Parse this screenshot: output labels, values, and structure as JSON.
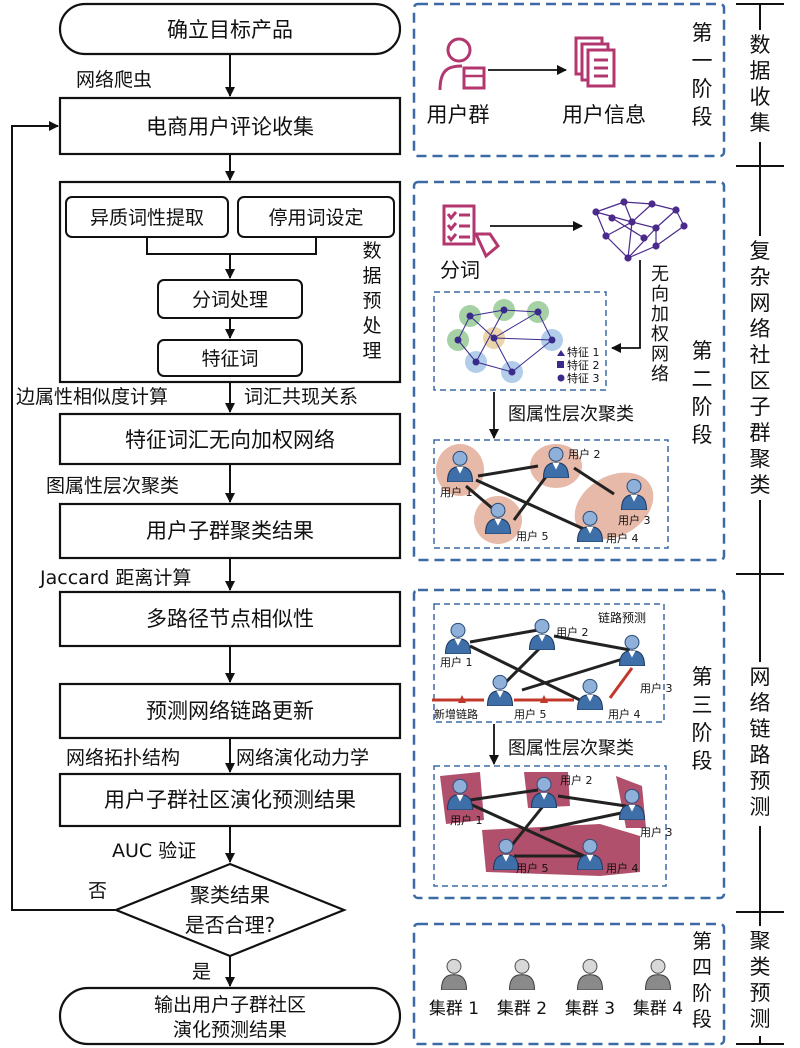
{
  "flow": {
    "n1": "确立目标产品",
    "e1": "网络爬虫",
    "n2": "电商用户评论收集",
    "pre1": "异质词性提取",
    "pre2": "停用词设定",
    "pre3": "分词处理",
    "pre4": "特征词",
    "pre_label": [
      "数",
      "据",
      "预",
      "处",
      "理"
    ],
    "e3a": "边属性相似度计算",
    "e3b": "词汇共现关系",
    "n4": "特征词汇无向加权网络",
    "e4": "图属性层次聚类",
    "n5": "用户子群聚类结果",
    "e5": "Jaccard 距离计算",
    "n6": "多路径节点相似性",
    "n7": "预测网络链路更新",
    "e7a": "网络拓扑结构",
    "e7b": "网络演化动力学",
    "n8": "用户子群社区演化预测结果",
    "e8": "AUC 验证",
    "dec1": "聚类结果",
    "dec2": "是否合理?",
    "no": "否",
    "yes": "是",
    "end1": "输出用户子群社区",
    "end2": "演化预测结果"
  },
  "stage1": {
    "stage": [
      "第",
      "一",
      "阶",
      "段"
    ],
    "users": "用户群",
    "info": "用户信息"
  },
  "stage2": {
    "stage": [
      "第",
      "二",
      "阶",
      "段"
    ],
    "seg": "分词",
    "undirected": [
      "无",
      "向",
      "加",
      "权",
      "网",
      "络"
    ],
    "feat1": "特征 1",
    "feat2": "特征 2",
    "feat3": "特征 3",
    "cluster": "图属性层次聚类",
    "u1": "用户 1",
    "u2": "用户 2",
    "u3": "用户 3",
    "u4": "用户 4",
    "u5": "用户 5"
  },
  "stage3": {
    "stage": [
      "第",
      "三",
      "阶",
      "段"
    ],
    "linkpred": "链路预测",
    "newlink": "新增链路",
    "cluster": "图属性层次聚类",
    "u1": "用户 1",
    "u2": "用户 2",
    "u3": "用户 3",
    "u4": "用户 4",
    "u5": "用户 5"
  },
  "stage4": {
    "stage": [
      "第",
      "四",
      "阶",
      "段"
    ],
    "c1": "集群 1",
    "c2": "集群 2",
    "c3": "集群 3",
    "c4": "集群 4"
  },
  "right": {
    "r1": [
      "数",
      "据",
      "收",
      "集"
    ],
    "r2": [
      "复",
      "杂",
      "网",
      "络",
      "社",
      "区",
      "子",
      "群",
      "聚",
      "类"
    ],
    "r3": [
      "网",
      "络",
      "链",
      "路",
      "预",
      "测"
    ],
    "r4": [
      "聚",
      "类",
      "预",
      "测"
    ]
  },
  "colors": {
    "dash_box": "#3b6aa6",
    "magenta": "#b3376f",
    "purple_net": "#4b2a8c",
    "cluster_pink": "#e6b9a8",
    "cluster_red": "#b0506c",
    "newlink_red": "#c0392b"
  }
}
